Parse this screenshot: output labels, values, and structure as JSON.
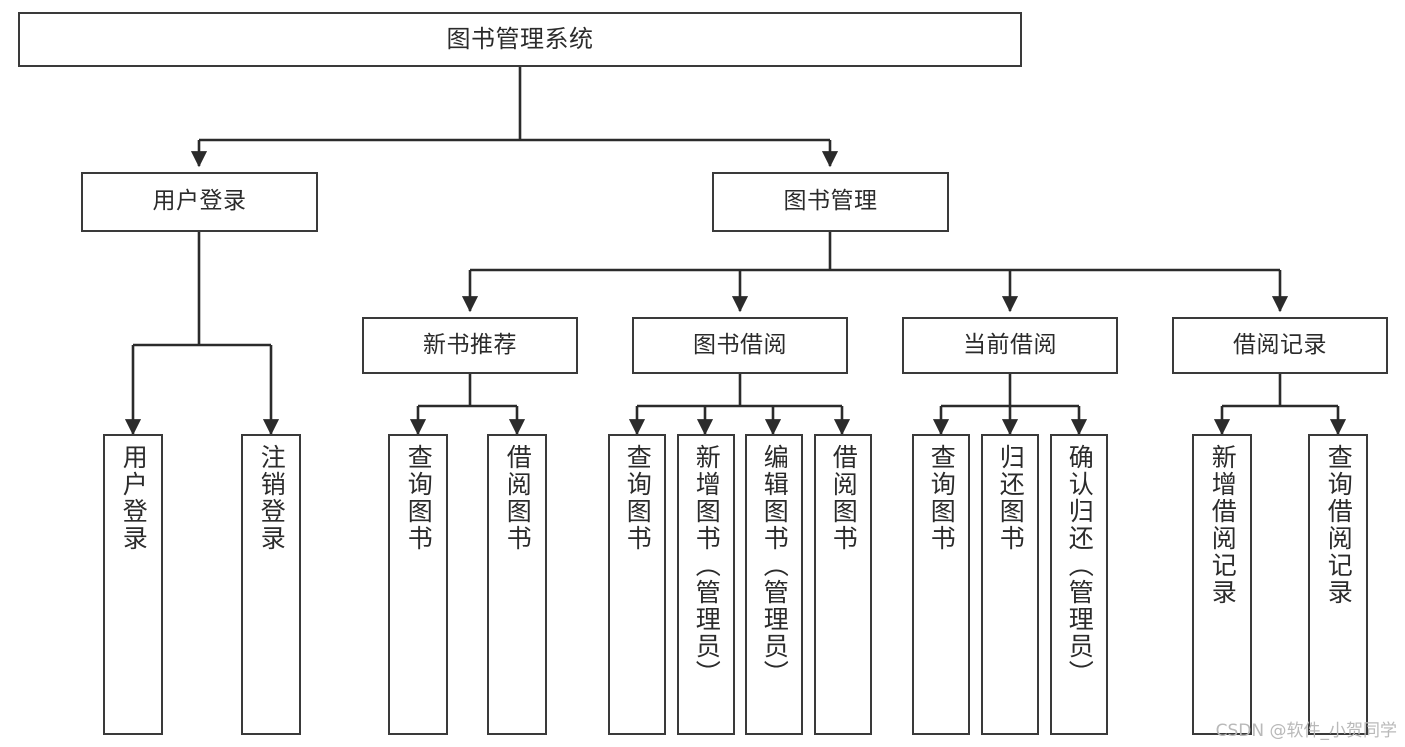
{
  "diagram": {
    "title": "图书管理系统",
    "type": "tree",
    "watermark": "CSDN @软件_小贺同学",
    "colors": {
      "background": "#ffffff",
      "node_border": "#3a3a3a",
      "node_fill": "#ffffff",
      "edge": "#2b2b2b",
      "text": "#2b2b2b",
      "watermark": "#b9b9b9"
    },
    "root": {
      "label": "图书管理系统"
    },
    "level2": [
      {
        "label": "用户登录"
      },
      {
        "label": "图书管理"
      }
    ],
    "level3": [
      {
        "label": "新书推荐"
      },
      {
        "label": "图书借阅"
      },
      {
        "label": "当前借阅"
      },
      {
        "label": "借阅记录"
      }
    ],
    "leaves": {
      "user_login": [
        {
          "label": "用户登录"
        },
        {
          "label": "注销登录"
        }
      ],
      "new_book": [
        {
          "label": "查询图书"
        },
        {
          "label": "借阅图书"
        }
      ],
      "book_borrow": [
        {
          "label": "查询图书"
        },
        {
          "label": "新增图书（管理员）"
        },
        {
          "label": "编辑图书（管理员）"
        },
        {
          "label": "借阅图书"
        }
      ],
      "current_borrow": [
        {
          "label": "查询图书"
        },
        {
          "label": "归还图书"
        },
        {
          "label": "确认归还（管理员）"
        }
      ],
      "borrow_record": [
        {
          "label": "新增借阅记录"
        },
        {
          "label": "查询借阅记录"
        }
      ]
    }
  }
}
